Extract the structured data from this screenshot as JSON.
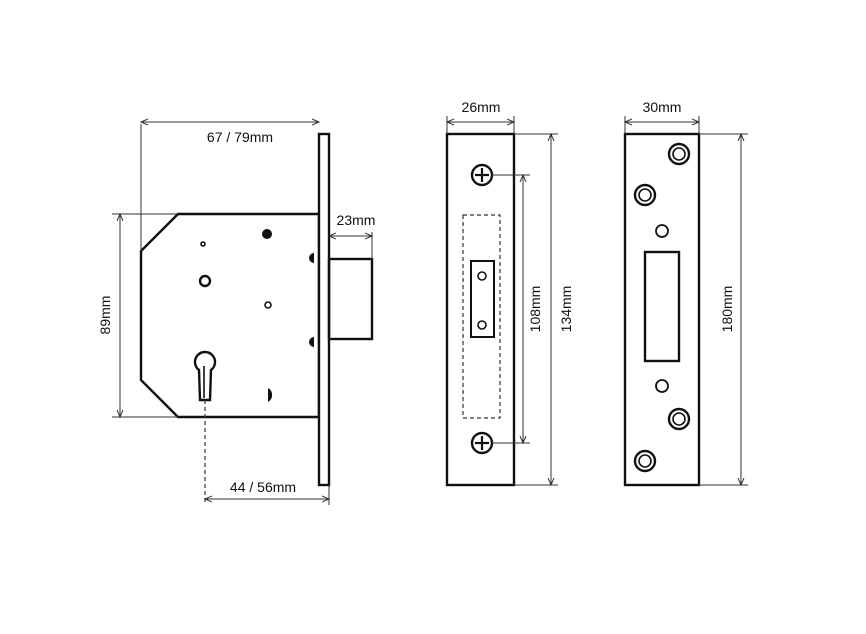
{
  "labels": {
    "lock_width": "67 / 79mm",
    "lock_height": "89mm",
    "bolt_throw": "23mm",
    "backset": "44 / 56mm",
    "forend_width": "26mm",
    "fixing_centres": "108mm",
    "forend_length": "134mm",
    "keep_width": "30mm",
    "keep_length": "180mm"
  }
}
